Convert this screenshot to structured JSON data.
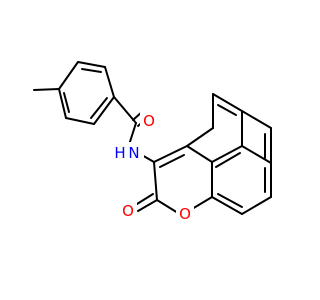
{
  "molecule": {
    "atom_labels": {
      "carbonyl_oxygen": "O",
      "amide_nitrogen": "N",
      "amide_hydrogen": "H",
      "lactone_carbonyl_oxygen": "O",
      "ring_oxygen": "O"
    },
    "colors": {
      "bond": "#000000",
      "oxygen": "#ff0000",
      "nitrogen": "#0000ff",
      "background": "#ffffff"
    }
  }
}
